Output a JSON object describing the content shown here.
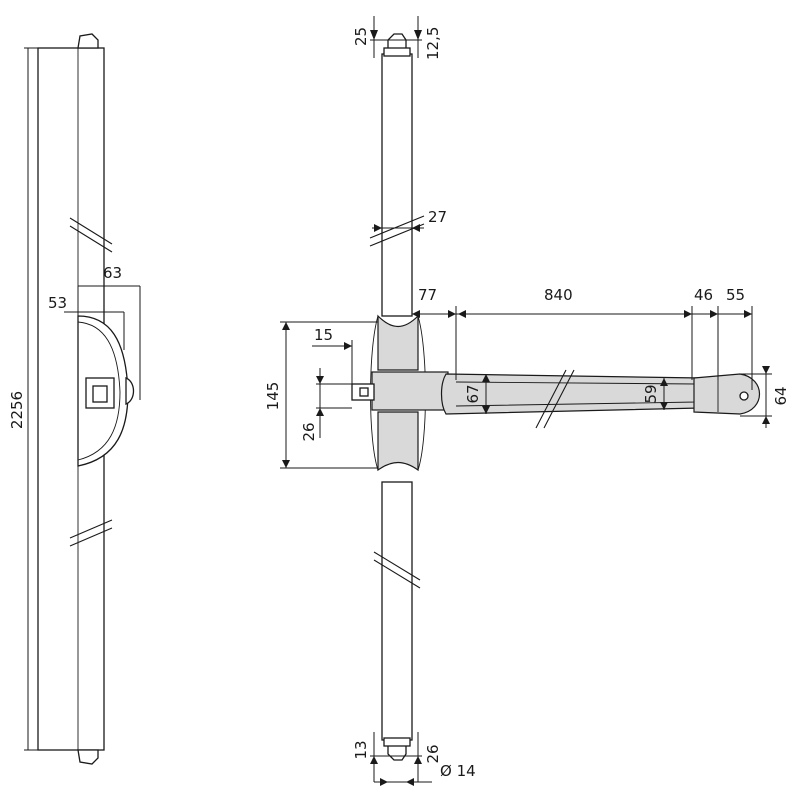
{
  "side_view": {
    "total_height": "2256",
    "housing_depth": "63",
    "bar_depth": "53"
  },
  "front_view": {
    "top_pin_width": "25",
    "top_pin_offset": "12,5",
    "rod_width": "27",
    "hub_to_bar": "77",
    "bar_length": "840",
    "end_cap": "46",
    "end_offset": "55",
    "hub_height": "145",
    "latch_offset": "15",
    "latch_height": "26",
    "bar_height": "67",
    "bar_inner_height": "59",
    "end_height": "64",
    "bottom_pin_left": "13",
    "bottom_pin_right": "26",
    "pin_diameter": "Ø 14"
  }
}
